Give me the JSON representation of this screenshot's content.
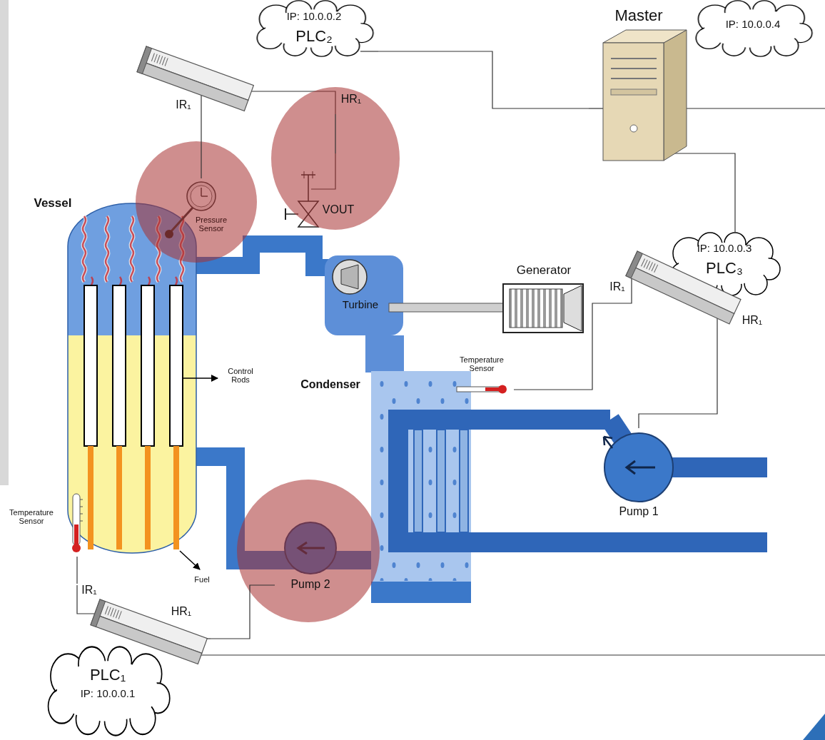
{
  "diagram": {
    "nodes": [
      {
        "text": [
          "IP: 10.0.0.2",
          "PLC₂"
        ]
      },
      {
        "text": [
          "Master",
          "IP: 10.0.0.4"
        ]
      },
      {
        "text": [
          "Vessel"
        ]
      },
      {
        "text": [
          "Pressure Sensor"
        ]
      },
      {
        "text": [
          "VOUT"
        ]
      },
      {
        "text": [
          "Turbine"
        ]
      },
      {
        "text": [
          "Generator"
        ]
      },
      {
        "text": [
          "IP: 10.0.0.3",
          "PLC₃"
        ]
      },
      {
        "text": [
          "Temperature Sensor"
        ]
      },
      {
        "text": [
          "Condenser"
        ]
      },
      {
        "text": [
          "Pump 1"
        ]
      },
      {
        "text": [
          "Temperature Sensor"
        ]
      },
      {
        "text": [
          "Pump 2"
        ]
      },
      {
        "text": [
          "PLC₁",
          "IP: 10.0.0.1"
        ]
      }
    ],
    "edges": [
      {
        "from": 0,
        "to": 1,
        "arrow": "none"
      },
      {
        "from": 1,
        "to": 7,
        "arrow": "none"
      },
      {
        "from": 0,
        "to": 3,
        "arrow": "none"
      },
      {
        "from": 0,
        "to": 4,
        "arrow": "none"
      },
      {
        "from": 7,
        "to": 8,
        "arrow": "none"
      },
      {
        "from": 7,
        "to": 10,
        "arrow": "none"
      },
      {
        "from": 13,
        "to": 11,
        "arrow": "none"
      },
      {
        "from": 13,
        "to": 12,
        "arrow": "none"
      }
    ],
    "labels": [
      "IR₁",
      "HR₁",
      "IR₁",
      "HR₁",
      "Control Rods",
      "Fuel",
      "IR₁",
      "HR₁"
    ]
  }
}
